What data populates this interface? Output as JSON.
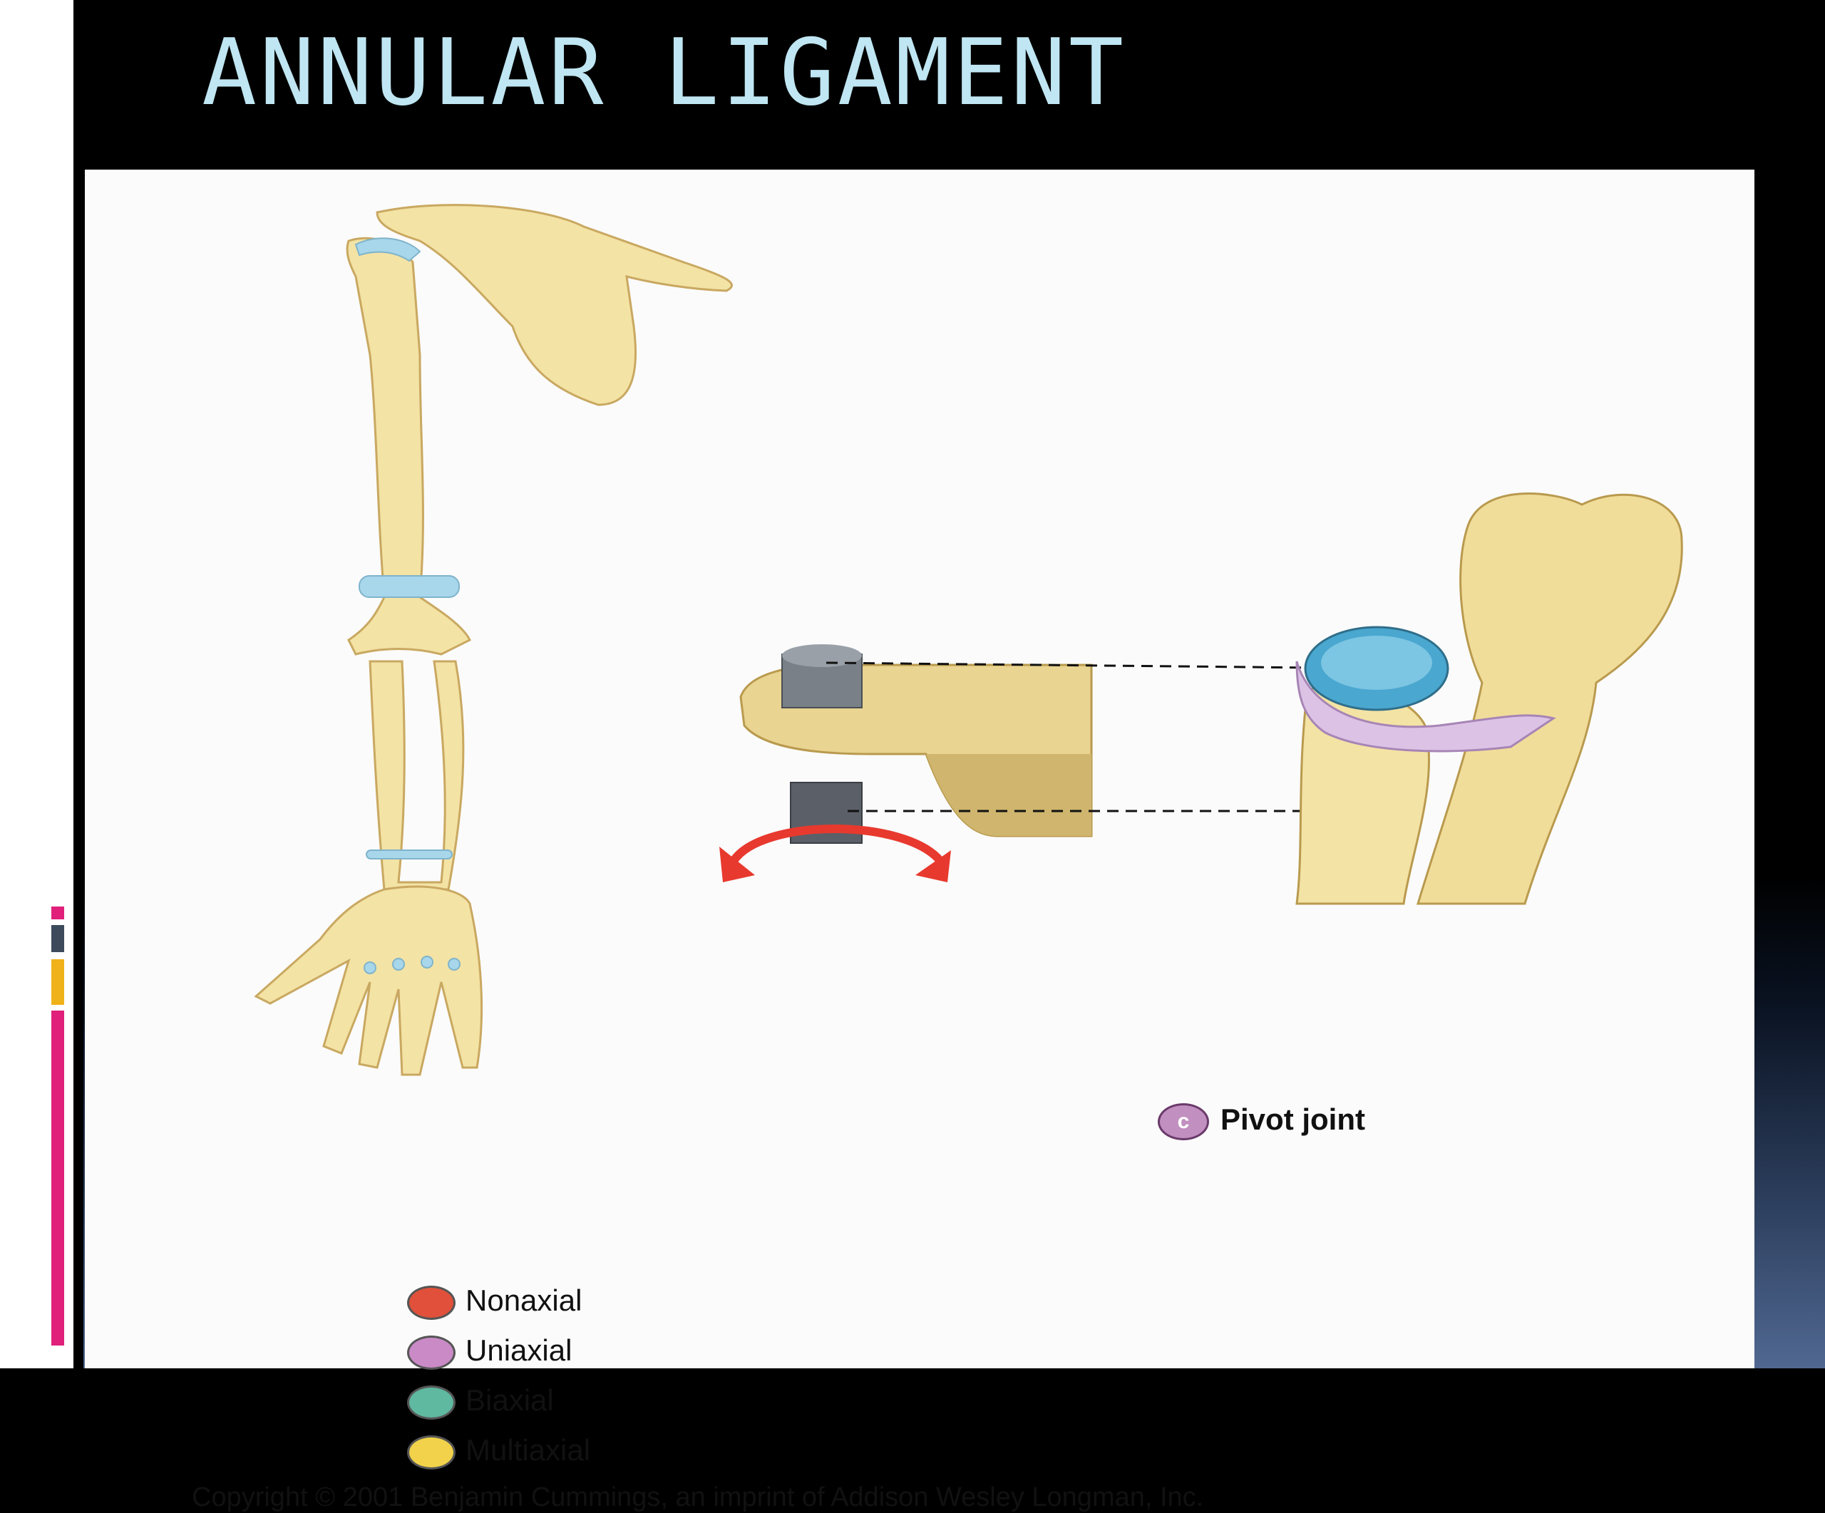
{
  "slide": {
    "title": "ANNULAR LIGAMENT",
    "colors": {
      "title": "#bfe6f2",
      "accent_magenta": "#e0207a",
      "accent_gold": "#f0b21a",
      "accent_slate": "#3c4a5c",
      "bone": "#f3e3a5",
      "cartilage": "#a8d6ea"
    }
  },
  "figure": {
    "pivot_caption": {
      "badge": "c",
      "label": "Pivot joint"
    },
    "legend": [
      {
        "label": "Nonaxial",
        "color": "#e0503a"
      },
      {
        "label": "Uniaxial",
        "color": "#c98ac6"
      },
      {
        "label": "Biaxial",
        "color": "#5fb8a0"
      },
      {
        "label": "Multiaxial",
        "color": "#f1d24a"
      }
    ],
    "copyright": "Copyright © 2001 Benjamin Cummings, an imprint of Addison Wesley Longman, Inc."
  }
}
